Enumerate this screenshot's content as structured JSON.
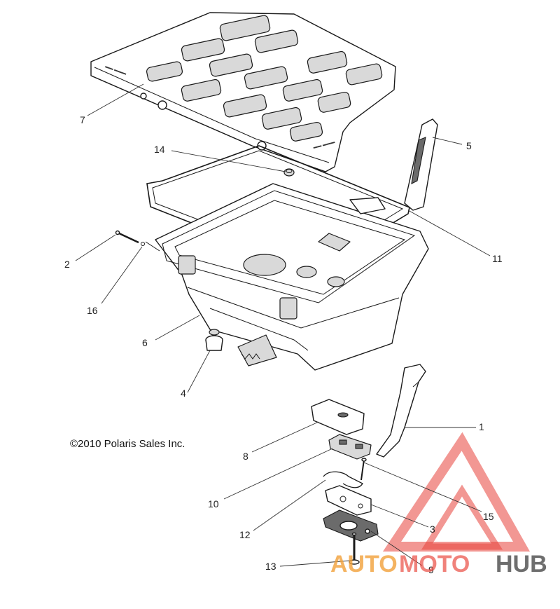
{
  "copyright": "©2010 Polaris Sales Inc.",
  "callouts": {
    "c1": "1",
    "c2": "2",
    "c3": "3",
    "c4": "4",
    "c5": "5",
    "c6": "6",
    "c7": "7",
    "c8": "8",
    "c9": "9",
    "c10": "10",
    "c11": "11",
    "c12": "12",
    "c13": "13",
    "c14": "14",
    "c15": "15",
    "c16": "16"
  },
  "watermark": {
    "part1": "AUTO",
    "part2": "MOTO",
    "part3": "HUB",
    "colors": {
      "auto": "#f2a13a",
      "moto": "#ea4e44",
      "hub": "#555555",
      "logo": "#e8423a"
    }
  }
}
